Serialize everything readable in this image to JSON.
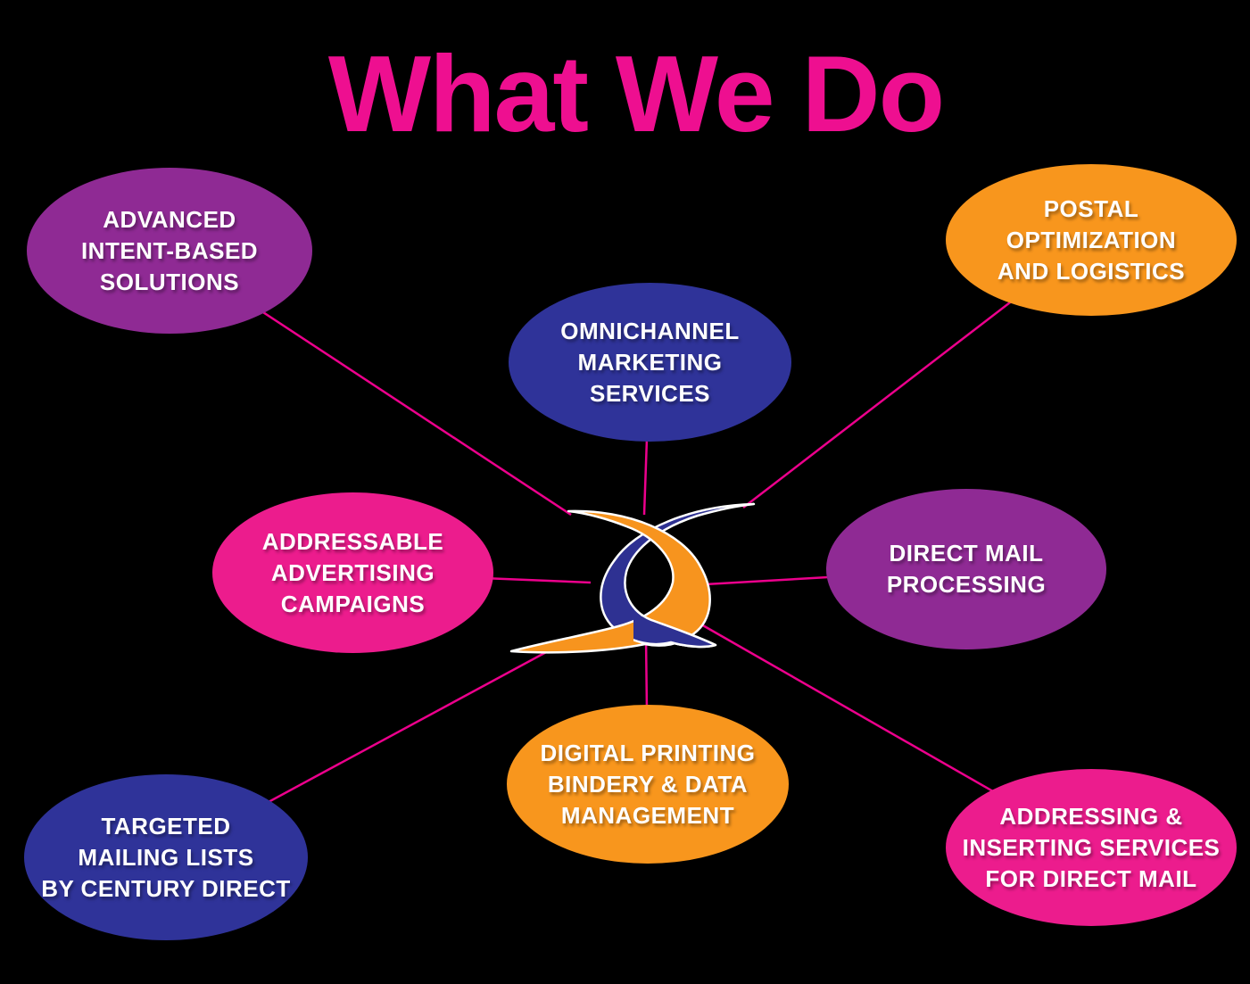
{
  "title": "What We Do",
  "colors": {
    "bg": "#000000",
    "title": "#EE0F90",
    "line": "#EC008C",
    "label": "#FFFFFF",
    "purple": "#8F2A94",
    "orange": "#F8961D",
    "blue": "#2F3399",
    "pink": "#EC1C8D",
    "logo_orange": "#F7941E",
    "logo_blue": "#2E3192"
  },
  "logo": {
    "icon": "century-direct-swoosh-logo"
  },
  "nodes": [
    {
      "name": "advanced-intent-based-solutions",
      "color": "purple",
      "lines": [
        "ADVANCED",
        "INTENT-BASED",
        "SOLUTIONS"
      ]
    },
    {
      "name": "omnichannel-marketing-services",
      "color": "blue",
      "lines": [
        "OMNICHANNEL",
        "MARKETING",
        "SERVICES"
      ]
    },
    {
      "name": "postal-optimization-and-logistics",
      "color": "orange",
      "lines": [
        "POSTAL",
        "OPTIMIZATION",
        "AND LOGISTICS"
      ]
    },
    {
      "name": "addressable-advertising-campaigns",
      "color": "pink",
      "lines": [
        "ADDRESSABLE",
        "ADVERTISING",
        "CAMPAIGNS"
      ]
    },
    {
      "name": "direct-mail-processing",
      "color": "purple",
      "lines": [
        "DIRECT MAIL",
        "PROCESSING"
      ]
    },
    {
      "name": "targeted-mailing-lists-by-century-direct",
      "color": "blue",
      "lines": [
        "TARGETED",
        "MAILING LISTS",
        "BY CENTURY DIRECT"
      ]
    },
    {
      "name": "digital-printing-bindery-and-data-management",
      "color": "orange",
      "lines": [
        "DIGITAL PRINTING",
        "BINDERY & DATA",
        "MANAGEMENT"
      ]
    },
    {
      "name": "addressing-and-inserting-services-for-direct-mail",
      "color": "pink",
      "lines": [
        "ADDRESSING &",
        "INSERTING SERVICES",
        "FOR DIRECT MAIL"
      ]
    }
  ]
}
